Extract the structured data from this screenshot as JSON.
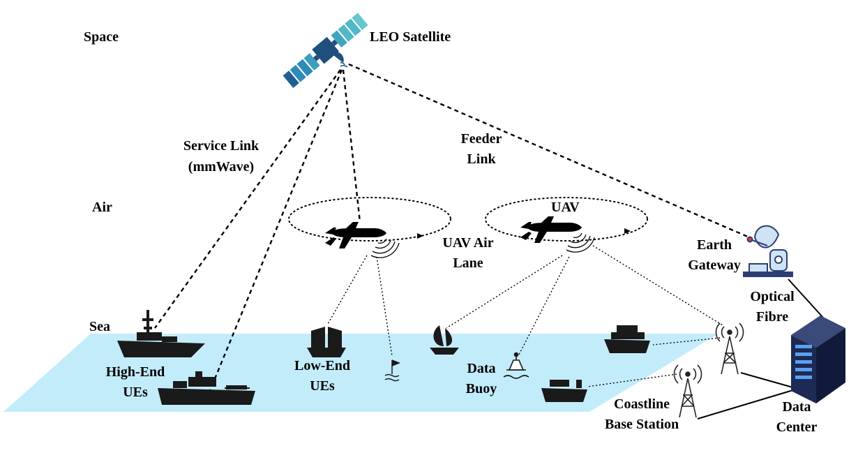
{
  "layers": {
    "space": "Space",
    "air": "Air",
    "sea": "Sea"
  },
  "labels": {
    "leo_satellite": "LEO Satellite",
    "service_link_1": "Service Link",
    "service_link_2": "(mmWave)",
    "feeder_link_1": "Feeder",
    "feeder_link_2": "Link",
    "uav": "UAV",
    "uav_air_lane_1": "UAV Air",
    "uav_air_lane_2": "Lane",
    "earth_gateway_1": "Earth",
    "earth_gateway_2": "Gateway",
    "optical_fibre_1": "Optical",
    "optical_fibre_2": "Fibre",
    "high_end_ues_1": "High-End",
    "high_end_ues_2": "UEs",
    "low_end_ues_1": "Low-End",
    "low_end_ues_2": "UEs",
    "data_buoy_1": "Data",
    "data_buoy_2": "Buoy",
    "coastline_bs_1": "Coastline",
    "coastline_bs_2": "Base Station",
    "data_center_1": "Data",
    "data_center_2": "Center"
  },
  "colors": {
    "sea": "#c3ecfb",
    "satellite_panel": "#2f8bb7",
    "satellite_panel_light": "#52b7c6",
    "satellite_body": "#1f4f7c",
    "gateway_stroke": "#2c3e73",
    "gateway_fill": "#cfe3f5",
    "server_dark": "#1d2a53",
    "server_light": "#5aa0f0",
    "link_line": "#000000"
  },
  "icons": {
    "satellite": "satellite-icon",
    "uav": "uav-drone-icon",
    "gateway": "satellite-dish-icon",
    "server": "server-rack-icon",
    "tower": "cell-tower-icon",
    "ship": "ship-icon",
    "sailboat": "sailboat-icon",
    "buoy": "buoy-icon"
  }
}
